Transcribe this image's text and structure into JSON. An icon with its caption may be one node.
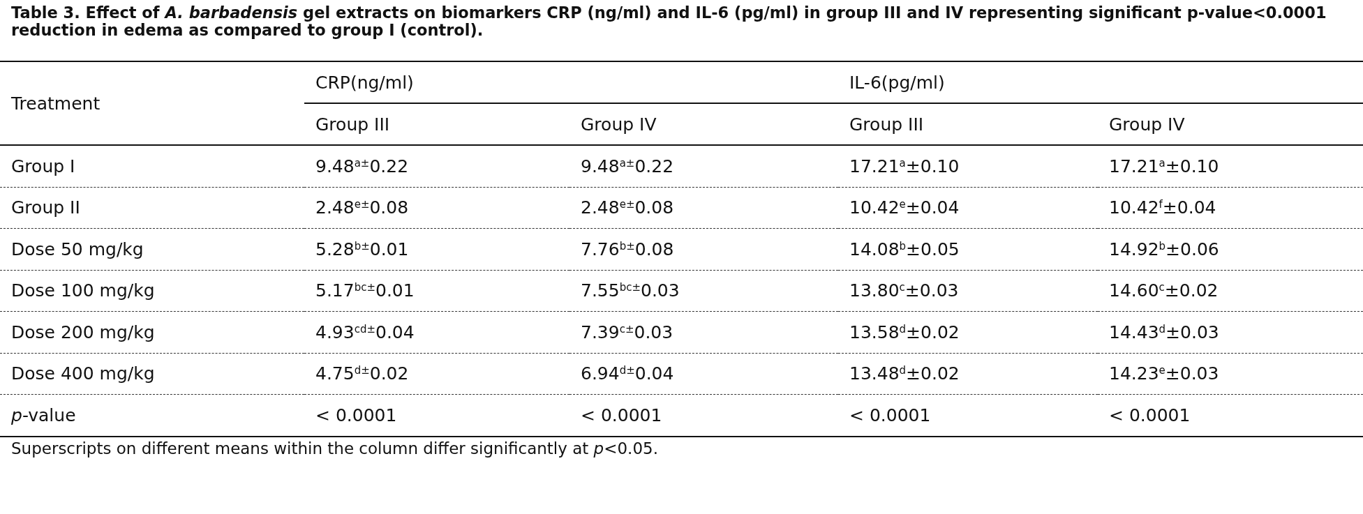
{
  "diagram": {
    "title": "Table 3. Effect of *A. barbadensis* gel extracts on biomarkers CRP (ng/ml) and IL-6 (pg/ml) in group III and IV representing significant p-value<0.0001 reduction in edema as compared to group I (control).",
    "caption": "Superscripts on different means within the column differ significantly at *p*<0.05.",
    "labels": [
      "Treatment",
      "CRP(ng/ml)",
      "IL-6(pg/ml)",
      "Group III",
      "Group IV",
      "Group III",
      "Group IV",
      "Group I",
      "9.48$^{a±}$0.22",
      "9.48$^{a±}$0.22",
      "17.21$^{a}$±0.10",
      "17.21$^{a}$±0.10",
      "Group II",
      "2.48$^{e±}$0.08",
      "2.48$^{e±}$0.08",
      "10.42$^{e}$±0.04",
      "10.42$^{f}$±0.04",
      "Dose 50 mg/kg",
      "5.28$^{b±}$0.01",
      "7.76$^{b±}$0.08",
      "14.08$^{b}$±0.05",
      "14.92$^{b}$±0.06",
      "Dose 100 mg/kg",
      "5.17$^{bc±}$0.01",
      "7.55$^{bc±}$0.03",
      "13.80$^{c}$±0.03",
      "14.60$^{c}$±0.02",
      "Dose 200 mg/kg",
      "4.93$^{cd±}$0.04",
      "7.39$^{c±}$0.03",
      "13.58$^{d}$±0.02",
      "14.43$^{d}$±0.03",
      "Dose 400 mg/kg",
      "4.75$^{d±}$0.02",
      "6.94$^{d±}$0.04",
      "13.48$^{d}$±0.02",
      "14.23$^{e}$±0.03",
      "*p*-value",
      "< 0.0001",
      "< 0.0001",
      "< 0.0001",
      "< 0.0001"
    ]
  }
}
